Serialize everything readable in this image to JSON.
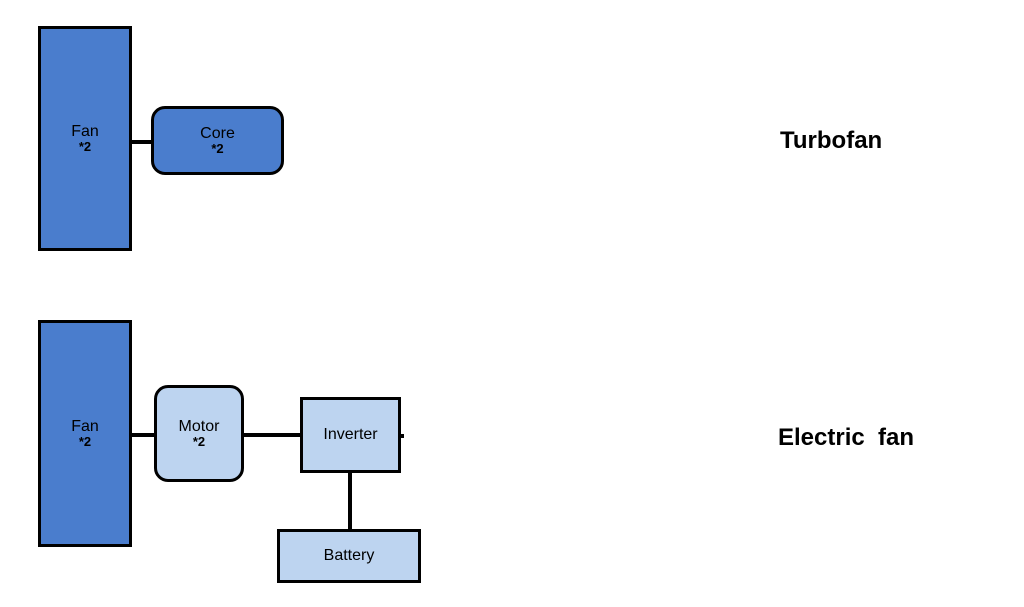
{
  "turbofan": {
    "title": "Turbofan",
    "fan": {
      "label": "Fan",
      "multiplier": "*2"
    },
    "core": {
      "label": "Core",
      "multiplier": "*2"
    }
  },
  "electric": {
    "title": "Electric  fan",
    "fan": {
      "label": "Fan",
      "multiplier": "*2"
    },
    "motor": {
      "label": "Motor",
      "multiplier": "*2"
    },
    "inverter": {
      "label": "Inverter"
    },
    "battery": {
      "label": "Battery"
    }
  },
  "colors": {
    "fan_fill": "#4a7dcd",
    "core_fill": "#4a7dcd",
    "electric_component_fill": "#bdd4f0",
    "outline": "#000000"
  }
}
